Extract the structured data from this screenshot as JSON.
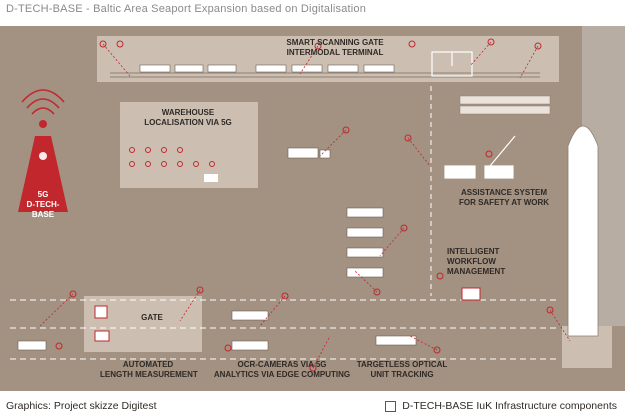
{
  "title": "D-TECH-BASE -  Baltic Area Seaport Expansion based on Digitalisation",
  "labels": {
    "smart_gate_1": "SMART SCANNING GATE",
    "smart_gate_2": "INTERMODAL TERMINAL",
    "warehouse_1": "WAREHOUSE",
    "warehouse_2": "LOCALISATION VIA 5G",
    "assist_1": "ASSISTANCE SYSTEM",
    "assist_2": "FOR SAFETY AT WORK",
    "workflow_1": "INTELLIGENT",
    "workflow_2": "WORKFLOW",
    "workflow_3": "MANAGEMENT",
    "gate": "GATE",
    "automated_1": "AUTOMATED",
    "automated_2": "LENGTH MEASUREMENT",
    "ocr_1": "OCR-CAMERAS VIA 5G",
    "ocr_2": "ANALYTICS VIA EDGE COMPUTING",
    "targetless_1": "TARGETLESS OPTICAL",
    "targetless_2": "UNIT TRACKING"
  },
  "tower": {
    "line1": "5G",
    "line2": "D-TECH-",
    "line3": "BASE"
  },
  "footer": {
    "credit": "Graphics: Project skizze Digitest",
    "legend": "D-TECH-BASE IuK Infrastructure components"
  },
  "colors": {
    "ground": "#a39181",
    "zone": "#ccbfb2",
    "road_dash": "#ffffff",
    "accent": "#c1272d",
    "ship": "#ffffff"
  }
}
